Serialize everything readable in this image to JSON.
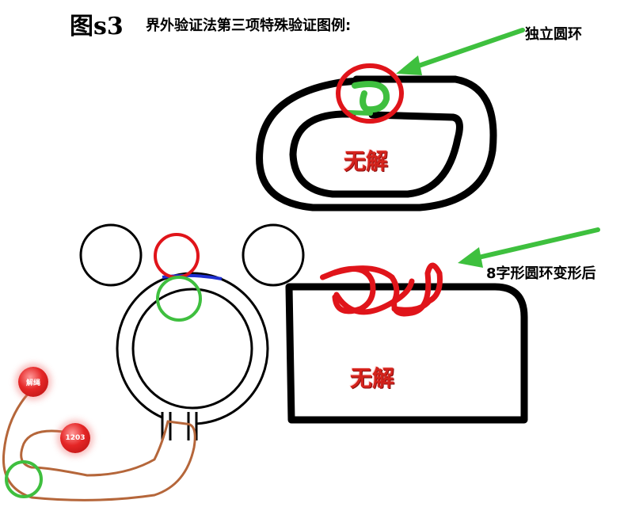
{
  "header": {
    "title": "图s3",
    "subtitle": "界外验证法第三项特殊验证图例:"
  },
  "annotations": {
    "independent_ring": "独立圆环",
    "figure8_deformed": "8字形圆环变形后"
  },
  "results": {
    "top_no_solution": "无解",
    "bottom_no_solution": "无解"
  },
  "badges": {
    "solve": "解绳",
    "count": "1203"
  },
  "colors": {
    "rope_black": "#000000",
    "highlight_red": "#e0141a",
    "highlight_green": "#3fbf3f",
    "arrow_green": "#3ec03e",
    "rope_brown": "#b5663a",
    "link_blue": "#1f2fd0"
  }
}
